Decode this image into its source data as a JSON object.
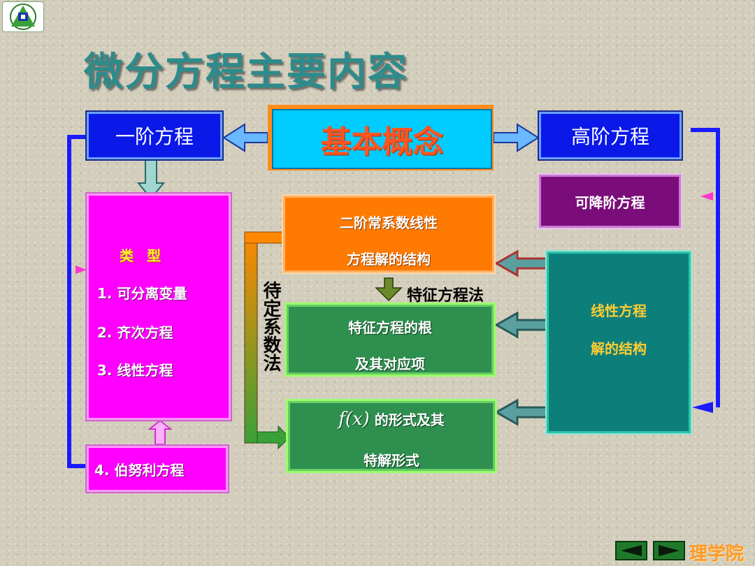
{
  "title": "微分方程主要内容",
  "concept": "基本概念",
  "first_order": "一阶方程",
  "higher_order": "高阶方程",
  "types": {
    "heading": "类  型",
    "items": [
      "1. 可分离变量",
      "2. 齐次方程",
      "3. 线性方程"
    ],
    "bernoulli": "4. 伯努利方程"
  },
  "second_order": {
    "line1": "二阶常系数线性",
    "line2": "方程解的结构"
  },
  "char_method": "特征方程法",
  "char_roots": {
    "line1": "特征方程的根",
    "line2": "及其对应项"
  },
  "fx_form": {
    "fx": "f(x)",
    "line1": "的形式及其",
    "line2": "特解形式"
  },
  "undetermined": "待定系数法",
  "reducible": "可降阶方程",
  "linear_structure": {
    "line1": "线性方程",
    "line2": "解的结构"
  },
  "footer": {
    "brand": "理学院"
  }
}
